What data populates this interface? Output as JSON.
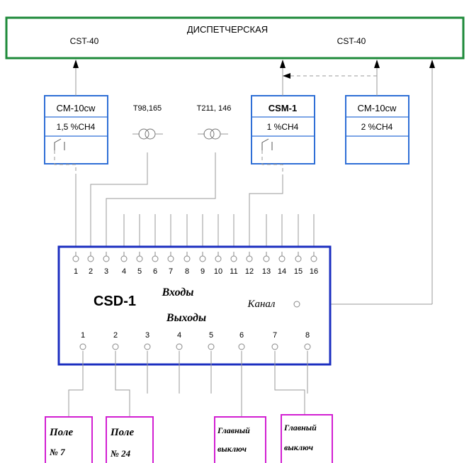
{
  "dispatch": {
    "label": "ДИСПЕТЧЕРСКАЯ",
    "left_port": "CST-40",
    "right_port": "CST-40"
  },
  "devices": [
    {
      "name": "CM-10cw",
      "value": "1,5 %CH4"
    },
    {
      "name": "CSM-1",
      "value": "1 %CH4"
    },
    {
      "name": "CM-10cw",
      "value": "2 %CH4"
    }
  ],
  "transformers": [
    {
      "label": "T98,165"
    },
    {
      "label": "T211, 146"
    }
  ],
  "csd": {
    "name": "CSD-1",
    "inputs_label": "Входы",
    "outputs_label": "Выходы",
    "channel_label": "Канал",
    "input_numbers": [
      "1",
      "2",
      "3",
      "4",
      "5",
      "6",
      "7",
      "8",
      "9",
      "10",
      "11",
      "12",
      "13",
      "14",
      "15",
      "16"
    ],
    "output_numbers": [
      "1",
      "2",
      "3",
      "4",
      "5",
      "6",
      "7",
      "8"
    ]
  },
  "outputs": [
    {
      "line1": "Поле",
      "line2": "№ 7"
    },
    {
      "line1": "Поле",
      "line2": "№ 24"
    },
    {
      "line1": "Главный",
      "line2": "выключ"
    },
    {
      "line1": "Главный",
      "line2": "выключ"
    }
  ],
  "colors": {
    "dispatch_border": "#1e8a3a",
    "device_border": "#2f6fd6",
    "csd_border": "#1c2fc0",
    "output_border": "#d21fd2"
  }
}
